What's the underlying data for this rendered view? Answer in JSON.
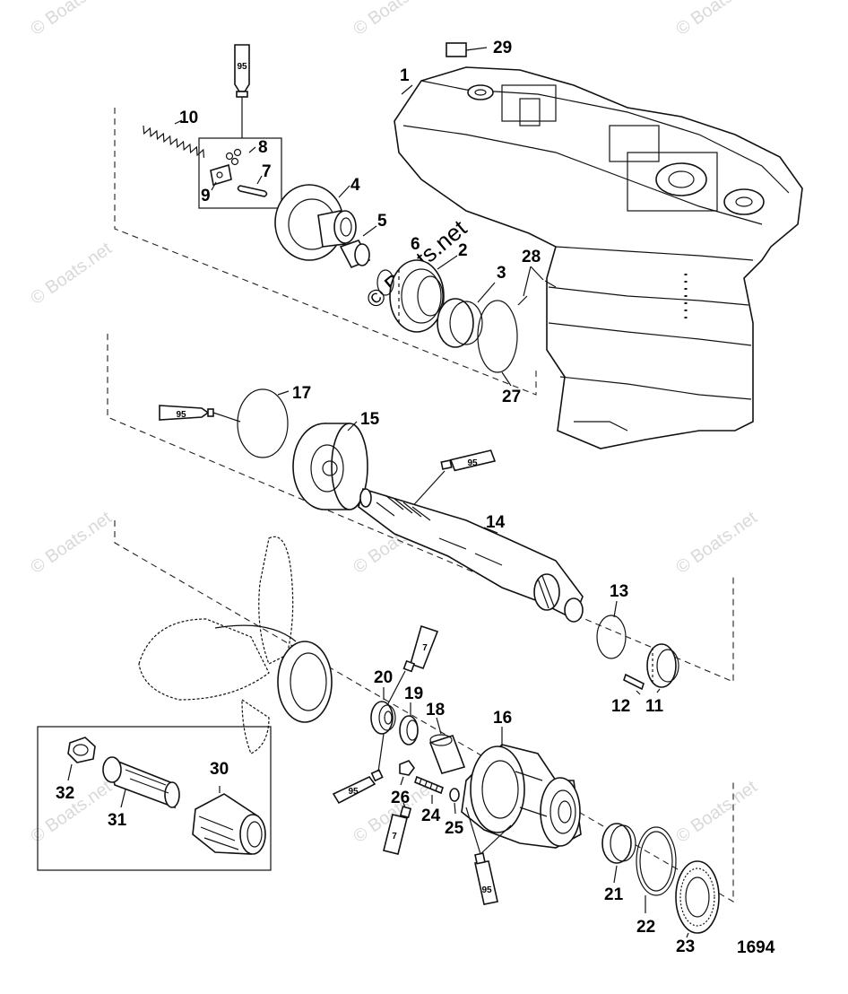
{
  "diagram": {
    "drawing_number": "1694",
    "callouts": {
      "c1": "1",
      "c2": "2",
      "c3": "3",
      "c4": "4",
      "c5": "5",
      "c6": "6",
      "c7": "7",
      "c8": "8",
      "c9": "9",
      "c10": "10",
      "c11": "11",
      "c12": "12",
      "c13": "13",
      "c14": "14",
      "c15": "15",
      "c16": "16",
      "c17": "17",
      "c18": "18",
      "c19": "19",
      "c20": "20",
      "c21": "21",
      "c22": "22",
      "c23": "23",
      "c24": "24",
      "c25": "25",
      "c26": "26",
      "c27": "27",
      "c28": "28",
      "c29": "29",
      "c30": "30",
      "c31": "31",
      "c32": "32"
    },
    "tube_labels": {
      "t95": "95",
      "t7": "7"
    }
  },
  "watermark": {
    "text": "© Boats.net"
  }
}
